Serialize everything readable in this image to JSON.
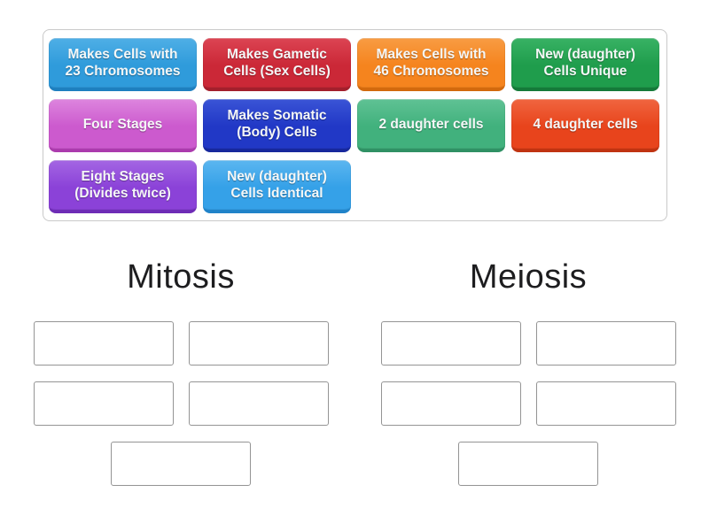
{
  "game": {
    "type": "group-sort",
    "background": "#ffffff",
    "pool_border_color": "#c9c9c9",
    "slot_border_color": "#949494"
  },
  "pool": {
    "tiles": [
      {
        "label": "Makes Cells with\n23 Chromosomes",
        "color": "#2f9bdb",
        "color_light": "#4fafe6",
        "color_dark": "#1e7fbf"
      },
      {
        "label": "Makes Gametic\nCells (Sex Cells)",
        "color": "#cb2837",
        "color_light": "#dc4453",
        "color_dark": "#a31f2c"
      },
      {
        "label": "Makes Cells with\n46 Chromosomes",
        "color": "#f5841e",
        "color_light": "#f89c43",
        "color_dark": "#d2690d"
      },
      {
        "label": "New (daughter)\nCells Unique",
        "color": "#1f9d4c",
        "color_light": "#38b264",
        "color_dark": "#157a39"
      },
      {
        "label": "Four Stages",
        "color": "#cc5ace",
        "color_light": "#dd85de",
        "color_dark": "#ab3bad"
      },
      {
        "label": "Makes Somatic\n(Body) Cells",
        "color": "#2138c6",
        "color_light": "#3a54d6",
        "color_dark": "#17289c"
      },
      {
        "label": "2 daughter cells",
        "color": "#41b17d",
        "color_light": "#5fc294",
        "color_dark": "#2f9164"
      },
      {
        "label": "4 daughter cells",
        "color": "#e8441c",
        "color_light": "#f0653f",
        "color_dark": "#c03311"
      },
      {
        "label": "Eight Stages\n(Divides twice)",
        "color": "#8b42d8",
        "color_light": "#a466e3",
        "color_dark": "#6e2cb6"
      },
      {
        "label": "New (daughter)\nCells Identical",
        "color": "#35a1e8",
        "color_light": "#5bb6f0",
        "color_dark": "#2083c9"
      }
    ]
  },
  "groups": [
    {
      "title": "Mitosis",
      "slot_count": 5
    },
    {
      "title": "Meiosis",
      "slot_count": 5
    }
  ]
}
